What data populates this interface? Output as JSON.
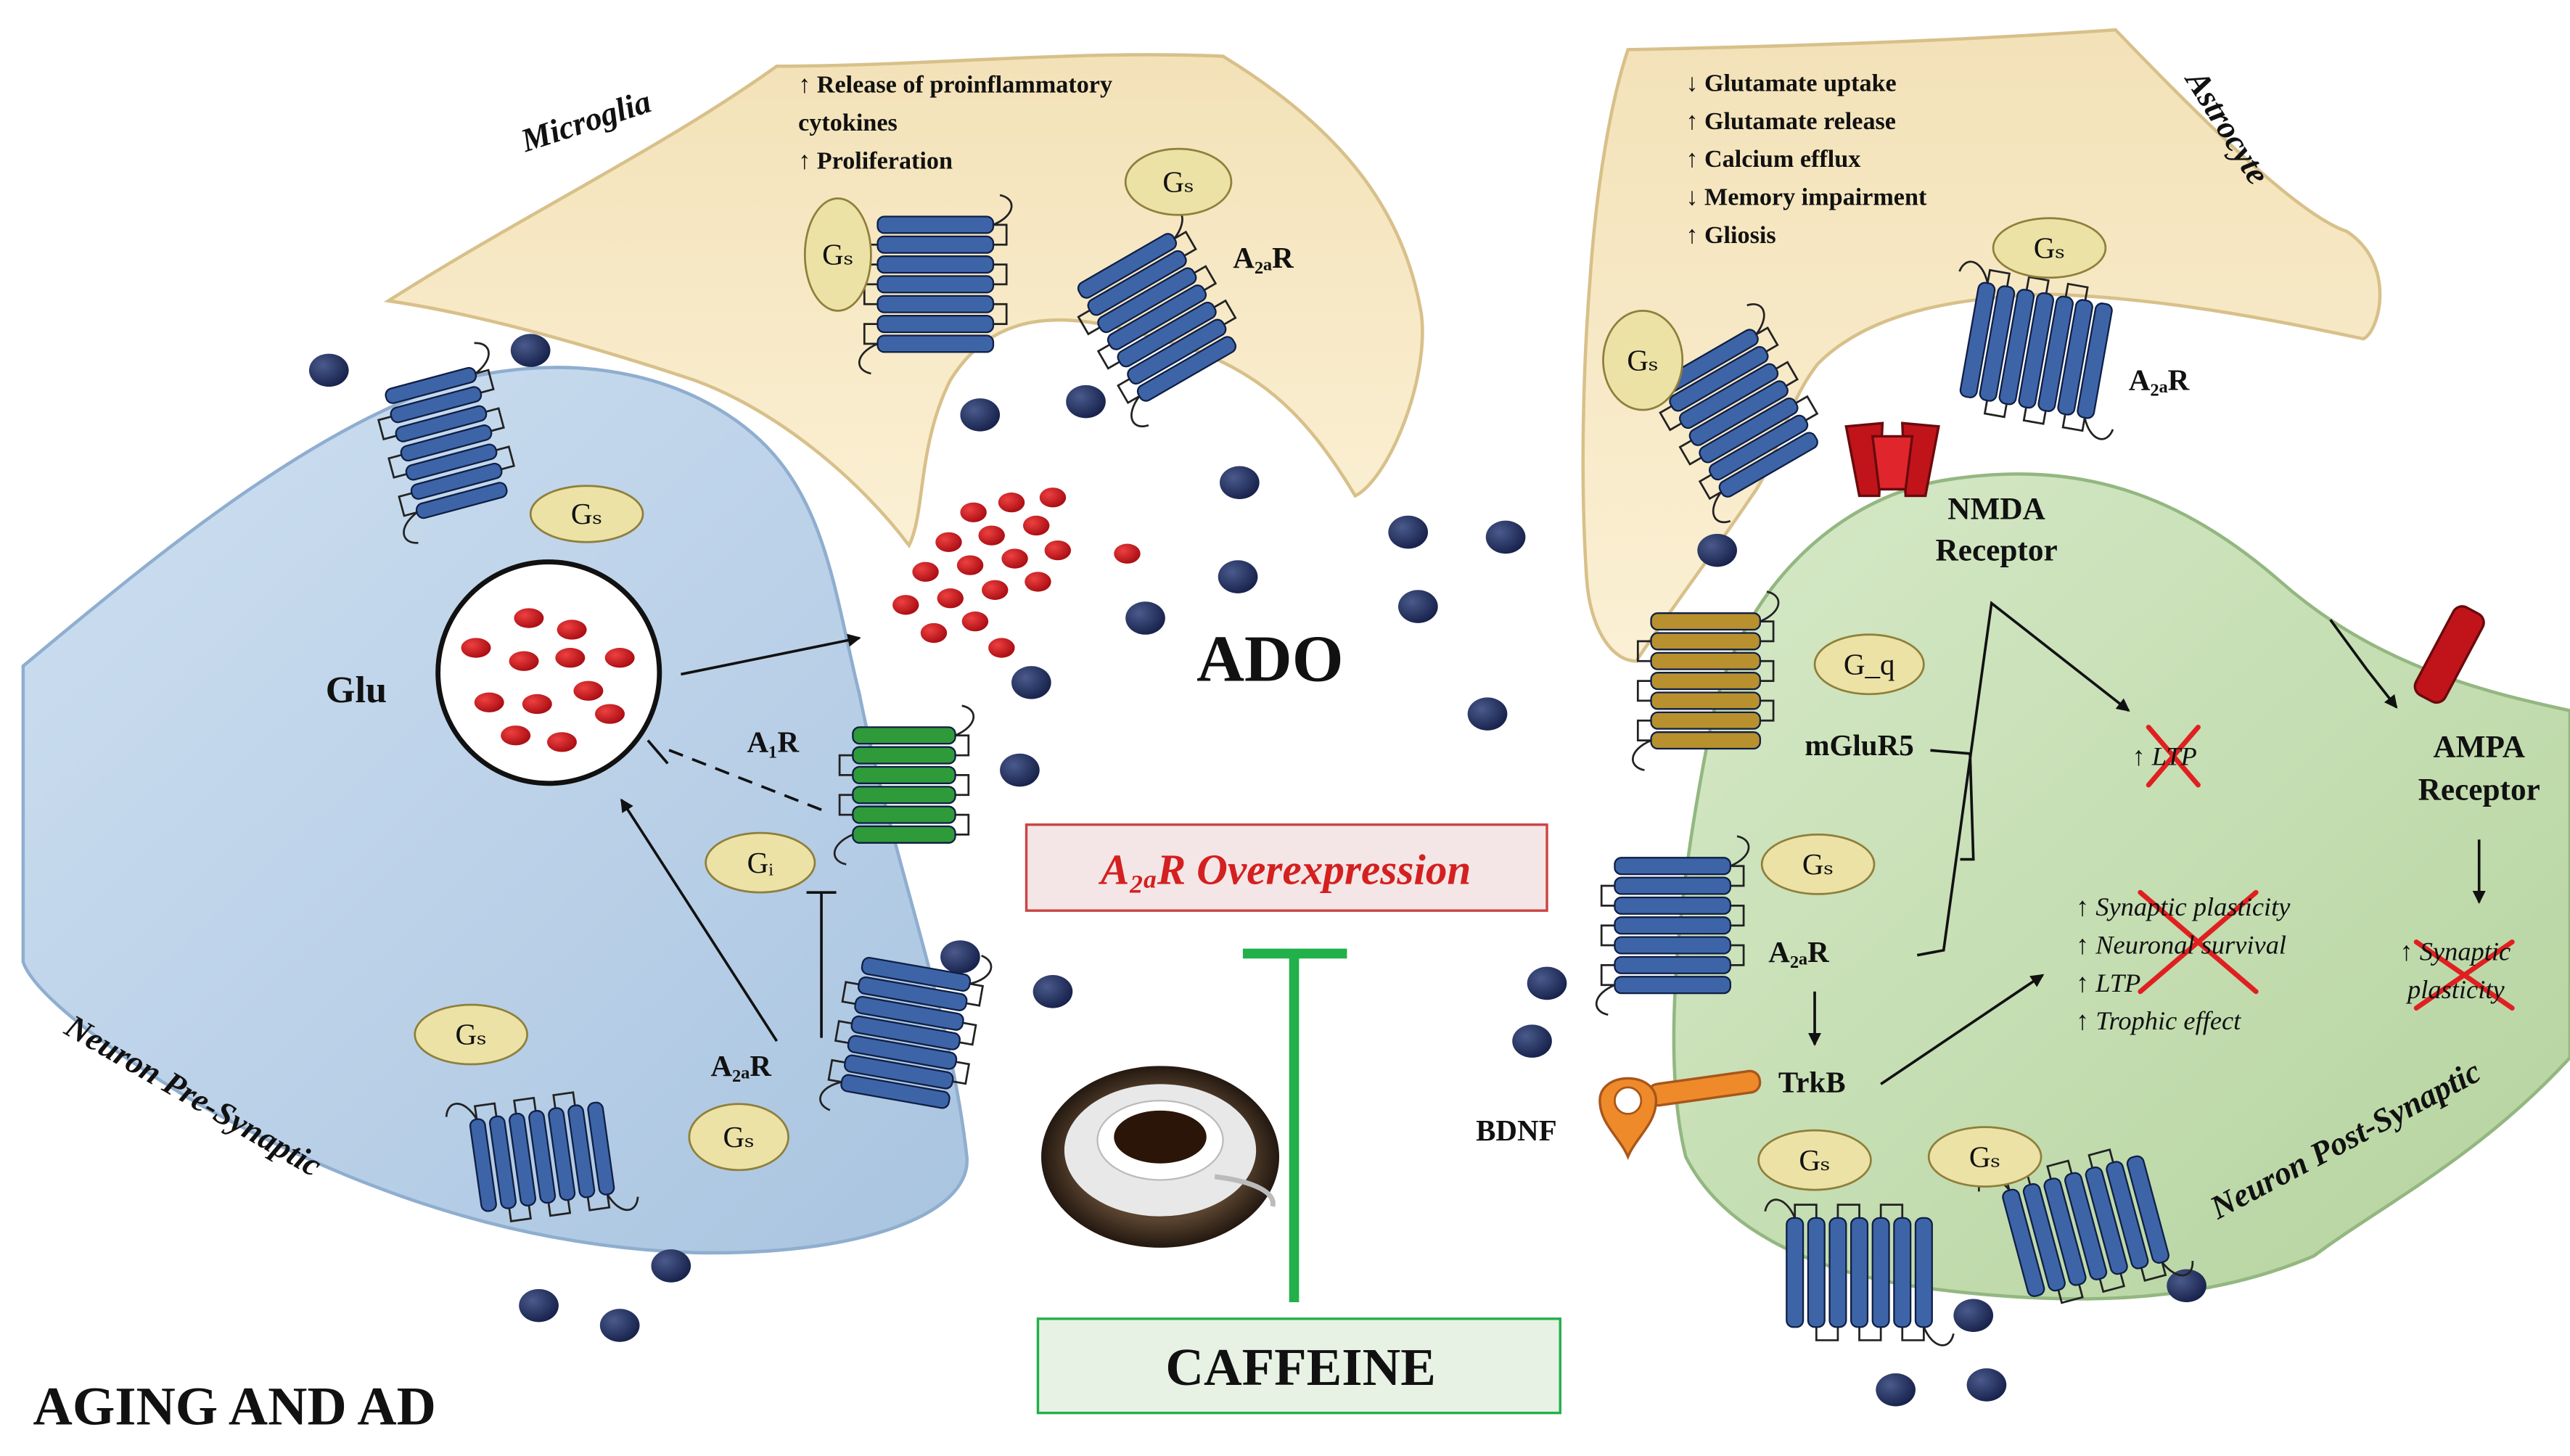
{
  "title": "AGING AND AD",
  "cells": {
    "microglia": {
      "label": "Microglia",
      "effects": [
        "↑ Release of proinflammatory",
        "cytokines",
        "↑ Proliferation"
      ]
    },
    "astrocyte": {
      "label": "Astrocyte",
      "effects": [
        "↓ Glutamate  uptake",
        "↑ Glutamate  release",
        "↑ Calcium  efflux",
        "↓ Memory impairment",
        "↑ Gliosis"
      ]
    },
    "presynaptic": {
      "label": "Neuron Pre-Synaptic"
    },
    "postsynaptic": {
      "label": "Neuron Post-Synaptic"
    }
  },
  "labels": {
    "glu": "Glu",
    "ado": "ADO",
    "a1r": "A₁R",
    "a2ar": "A₂ₐR",
    "gs": "Gₛ",
    "gi": "Gᵢ",
    "gq": "G_q",
    "nmda": [
      "NMDA",
      "Receptor"
    ],
    "ampa": [
      "AMPA",
      "Receptor"
    ],
    "mglur5": "mGluR5",
    "trkb": "TrkB",
    "bdnf": "BDNF",
    "ltp": "↑ LTP",
    "post_effects": [
      "↑ Synaptic plasticity",
      "↑ Neuronal survival",
      "↑ LTP",
      "↑ Trophic effect"
    ],
    "ampa_effect": [
      "↑ Synaptic",
      "plasticity"
    ]
  },
  "boxes": {
    "overexpression": "A₂ₐR Overexpression",
    "caffeine": "CAFFEINE"
  },
  "colors": {
    "presynaptic_fill": "#b8cfe6",
    "postsynaptic_fill": "#c5deb4",
    "glia_fill": "#f6e6c0",
    "receptor_blue": "#3e64a8",
    "receptor_green": "#2f9a3a",
    "receptor_gold": "#b8902e",
    "glutamate_red": "#c4121a",
    "adenosine_navy": "#1e2a55",
    "inhibition_green": "#22b04a",
    "cross_red": "#e02020",
    "overexpression_text": "#d42020",
    "caffeine_box_fill": "#e7f2e4"
  }
}
